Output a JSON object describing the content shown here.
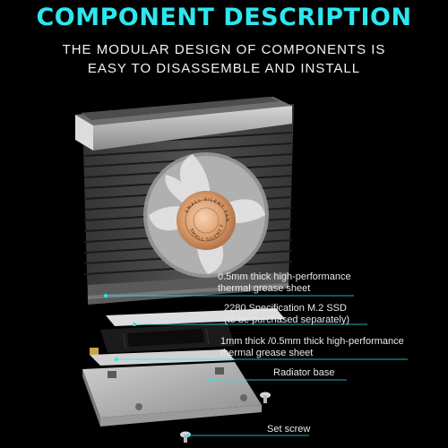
{
  "header": {
    "title": "COMPONENT DESCRIPTION",
    "subtitle_line1": "THE MODULAR DESIGN OF COMPONENTS IS",
    "subtitle_line2": "EASY TO DISASSEMBLE AND INSTALL"
  },
  "fan": {
    "hub_text_upper": "SMALL SILENT FAN",
    "hub_text_lower": "SMALL SILENT FAN"
  },
  "callouts": [
    {
      "line1": "0.5mm thick high-performance",
      "line2": "thermal grease sheet"
    },
    {
      "line1": "2280 Specification M.2 SSD",
      "line2": "(to be purchased separately)"
    },
    {
      "line1": "1mm thick /0.5mm thick high-performance",
      "line2": "thermal grease sheet"
    },
    {
      "line1": "Radiator base"
    },
    {
      "line1": "Set screw"
    }
  ],
  "colors": {
    "title": "#2ee6ee",
    "callout_line": "#2ee6ee",
    "background": "#000000"
  }
}
